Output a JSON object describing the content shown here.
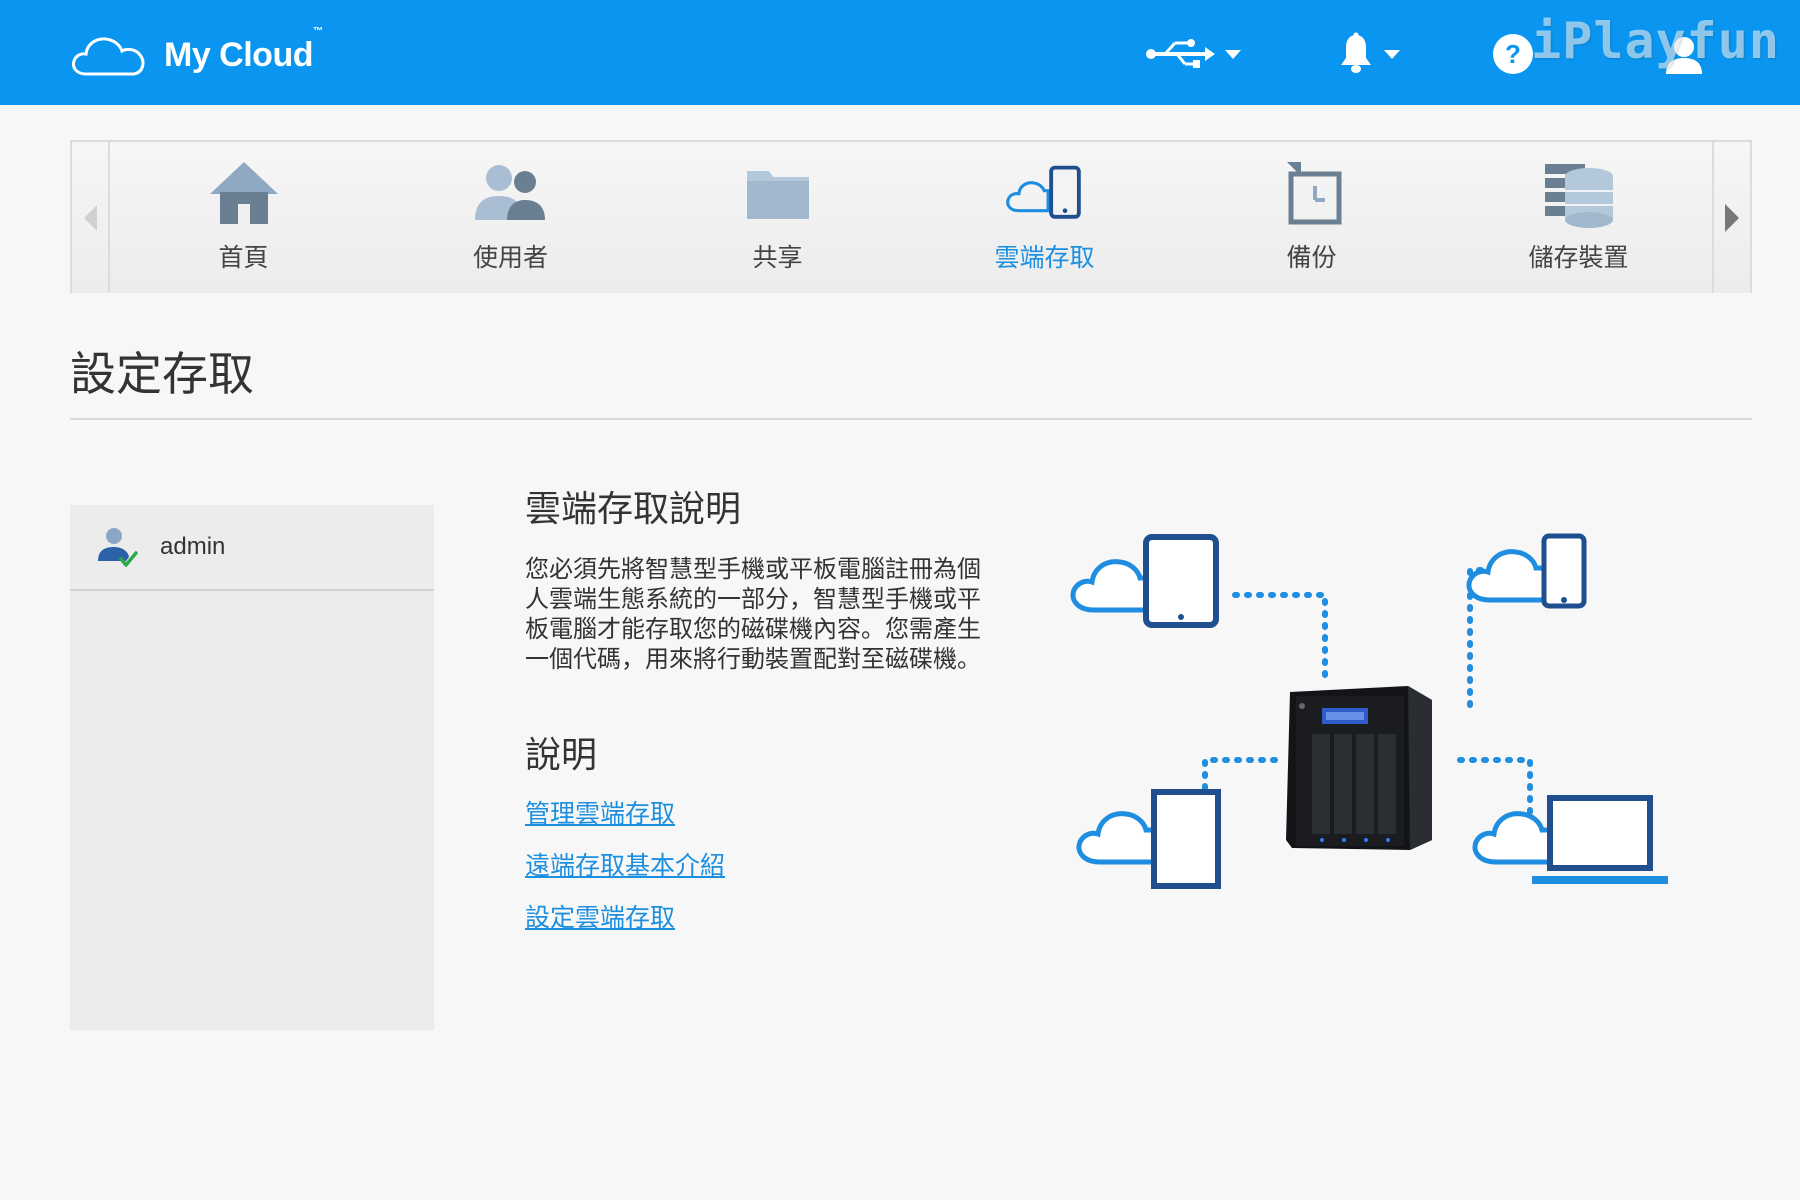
{
  "header": {
    "brand_name": "My Cloud",
    "brand_tm": "™",
    "watermark": "iPlayfun",
    "icons": [
      "usb-icon",
      "bell-icon",
      "help-icon",
      "user-icon"
    ]
  },
  "nav": {
    "items": [
      {
        "label": "首頁",
        "icon": "home-icon"
      },
      {
        "label": "使用者",
        "icon": "users-icon"
      },
      {
        "label": "共享",
        "icon": "folder-icon"
      },
      {
        "label": "雲端存取",
        "icon": "cloud-phone-icon",
        "active": true
      },
      {
        "label": "備份",
        "icon": "backup-icon"
      },
      {
        "label": "儲存裝置",
        "icon": "storage-icon"
      }
    ]
  },
  "page": {
    "title": "設定存取"
  },
  "users": [
    {
      "name": "admin"
    }
  ],
  "content": {
    "heading": "雲端存取說明",
    "body": "您必須先將智慧型手機或平板電腦註冊為個人雲端生態系統的一部分，智慧型手機或平板電腦才能存取您的磁碟機內容。您需產生一個代碼，用來將行動裝置配對至磁碟機。",
    "help_heading": "說明",
    "help_links": [
      "管理雲端存取",
      "遠端存取基本介紹",
      "設定雲端存取"
    ]
  },
  "colors": {
    "topbar": "#0a96f0",
    "accent": "#1d8fe0",
    "diagram_blue": "#1f8de0"
  }
}
